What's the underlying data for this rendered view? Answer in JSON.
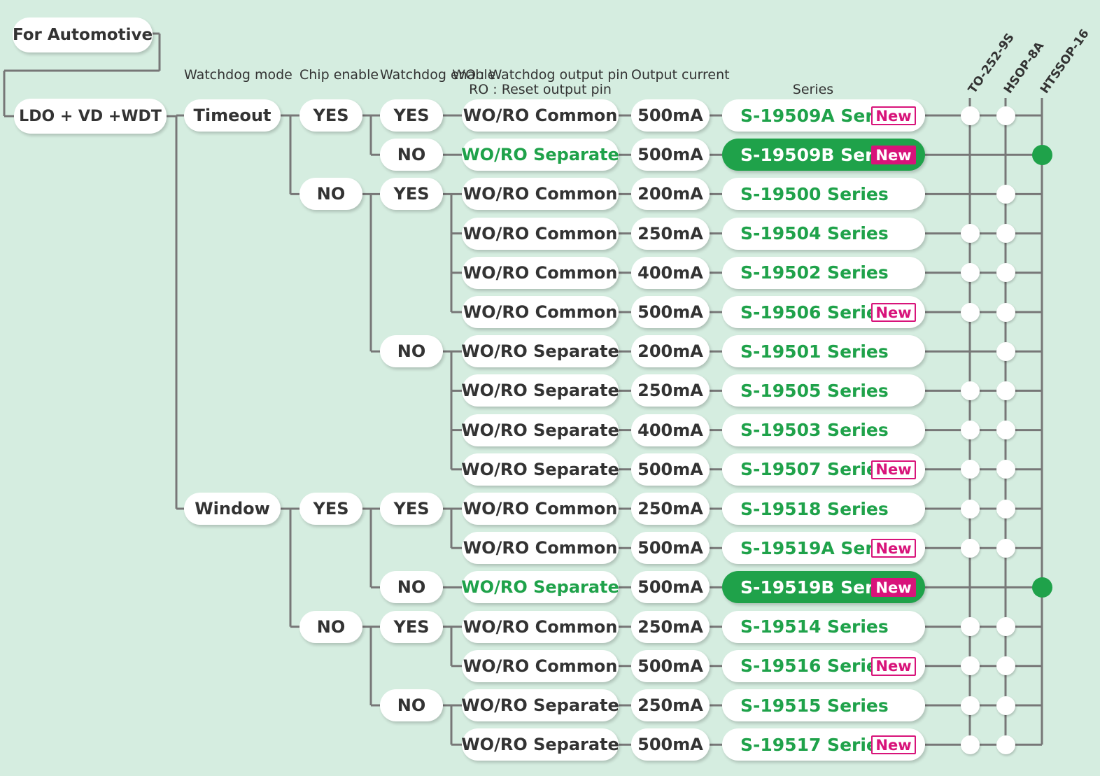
{
  "title": "For Automotive",
  "root": "LDO + VD +WDT",
  "headers": {
    "watchdog_mode": "Watchdog mode",
    "chip_enable": "Chip enable",
    "watchdog_enable": "Watchdog enable",
    "pin_note": "WO : Watchdog output pin\nRO : Reset output pin",
    "output_current": "Output current",
    "series": "Series"
  },
  "packages": [
    "TO-252-9S",
    "HSOP-8A",
    "HTSSOP-16"
  ],
  "modes": [
    "Timeout",
    "Window"
  ],
  "chip_enable": [
    {
      "mode": 0,
      "label": "YES"
    },
    {
      "mode": 0,
      "label": "NO"
    },
    {
      "mode": 1,
      "label": "YES"
    },
    {
      "mode": 1,
      "label": "NO"
    }
  ],
  "watchdog_enable": [
    {
      "chip": 0,
      "label": "YES"
    },
    {
      "chip": 0,
      "label": "NO"
    },
    {
      "chip": 1,
      "label": "YES"
    },
    {
      "chip": 1,
      "label": "NO"
    },
    {
      "chip": 2,
      "label": "YES"
    },
    {
      "chip": 2,
      "label": "NO"
    },
    {
      "chip": 3,
      "label": "YES"
    },
    {
      "chip": 3,
      "label": "NO"
    }
  ],
  "new_label": "New",
  "rows": [
    {
      "wdt": 0,
      "pin": "WO/RO Common",
      "current": "500mA",
      "series": "S-19509A Series",
      "new": true,
      "highlight": false,
      "pkg": [
        true,
        true,
        false
      ]
    },
    {
      "wdt": 1,
      "pin": "WO/RO Separate",
      "current": "500mA",
      "series": "S-19509B Series",
      "new": true,
      "highlight": true,
      "pkg": [
        false,
        false,
        true
      ]
    },
    {
      "wdt": 2,
      "pin": "WO/RO Common",
      "current": "200mA",
      "series": "S-19500 Series",
      "new": false,
      "highlight": false,
      "pkg": [
        false,
        true,
        false
      ]
    },
    {
      "wdt": 2,
      "pin": "WO/RO Common",
      "current": "250mA",
      "series": "S-19504 Series",
      "new": false,
      "highlight": false,
      "pkg": [
        true,
        true,
        false
      ]
    },
    {
      "wdt": 2,
      "pin": "WO/RO Common",
      "current": "400mA",
      "series": "S-19502 Series",
      "new": false,
      "highlight": false,
      "pkg": [
        true,
        true,
        false
      ]
    },
    {
      "wdt": 2,
      "pin": "WO/RO Common",
      "current": "500mA",
      "series": "S-19506 Series",
      "new": true,
      "highlight": false,
      "pkg": [
        true,
        true,
        false
      ]
    },
    {
      "wdt": 3,
      "pin": "WO/RO Separate",
      "current": "200mA",
      "series": "S-19501 Series",
      "new": false,
      "highlight": false,
      "pkg": [
        false,
        true,
        false
      ]
    },
    {
      "wdt": 3,
      "pin": "WO/RO Separate",
      "current": "250mA",
      "series": "S-19505 Series",
      "new": false,
      "highlight": false,
      "pkg": [
        true,
        true,
        false
      ]
    },
    {
      "wdt": 3,
      "pin": "WO/RO Separate",
      "current": "400mA",
      "series": "S-19503 Series",
      "new": false,
      "highlight": false,
      "pkg": [
        true,
        true,
        false
      ]
    },
    {
      "wdt": 3,
      "pin": "WO/RO Separate",
      "current": "500mA",
      "series": "S-19507 Series",
      "new": true,
      "highlight": false,
      "pkg": [
        true,
        true,
        false
      ]
    },
    {
      "wdt": 4,
      "pin": "WO/RO Common",
      "current": "250mA",
      "series": "S-19518 Series",
      "new": false,
      "highlight": false,
      "pkg": [
        true,
        true,
        false
      ]
    },
    {
      "wdt": 4,
      "pin": "WO/RO Common",
      "current": "500mA",
      "series": "S-19519A Series",
      "new": true,
      "highlight": false,
      "pkg": [
        true,
        true,
        false
      ]
    },
    {
      "wdt": 5,
      "pin": "WO/RO Separate",
      "current": "500mA",
      "series": "S-19519B Series",
      "new": true,
      "highlight": true,
      "pkg": [
        false,
        false,
        true
      ]
    },
    {
      "wdt": 6,
      "pin": "WO/RO Common",
      "current": "250mA",
      "series": "S-19514 Series",
      "new": false,
      "highlight": false,
      "pkg": [
        true,
        true,
        false
      ]
    },
    {
      "wdt": 6,
      "pin": "WO/RO Common",
      "current": "500mA",
      "series": "S-19516 Series",
      "new": true,
      "highlight": false,
      "pkg": [
        true,
        true,
        false
      ]
    },
    {
      "wdt": 7,
      "pin": "WO/RO Separate",
      "current": "250mA",
      "series": "S-19515 Series",
      "new": false,
      "highlight": false,
      "pkg": [
        true,
        true,
        false
      ]
    },
    {
      "wdt": 7,
      "pin": "WO/RO Separate",
      "current": "500mA",
      "series": "S-19517 Series",
      "new": true,
      "highlight": false,
      "pkg": [
        true,
        true,
        false
      ]
    }
  ],
  "colors": {
    "background": "#d5ede0",
    "green": "#1fa24a",
    "magenta": "#d8137a",
    "line": "#777777",
    "text": "#333333"
  }
}
